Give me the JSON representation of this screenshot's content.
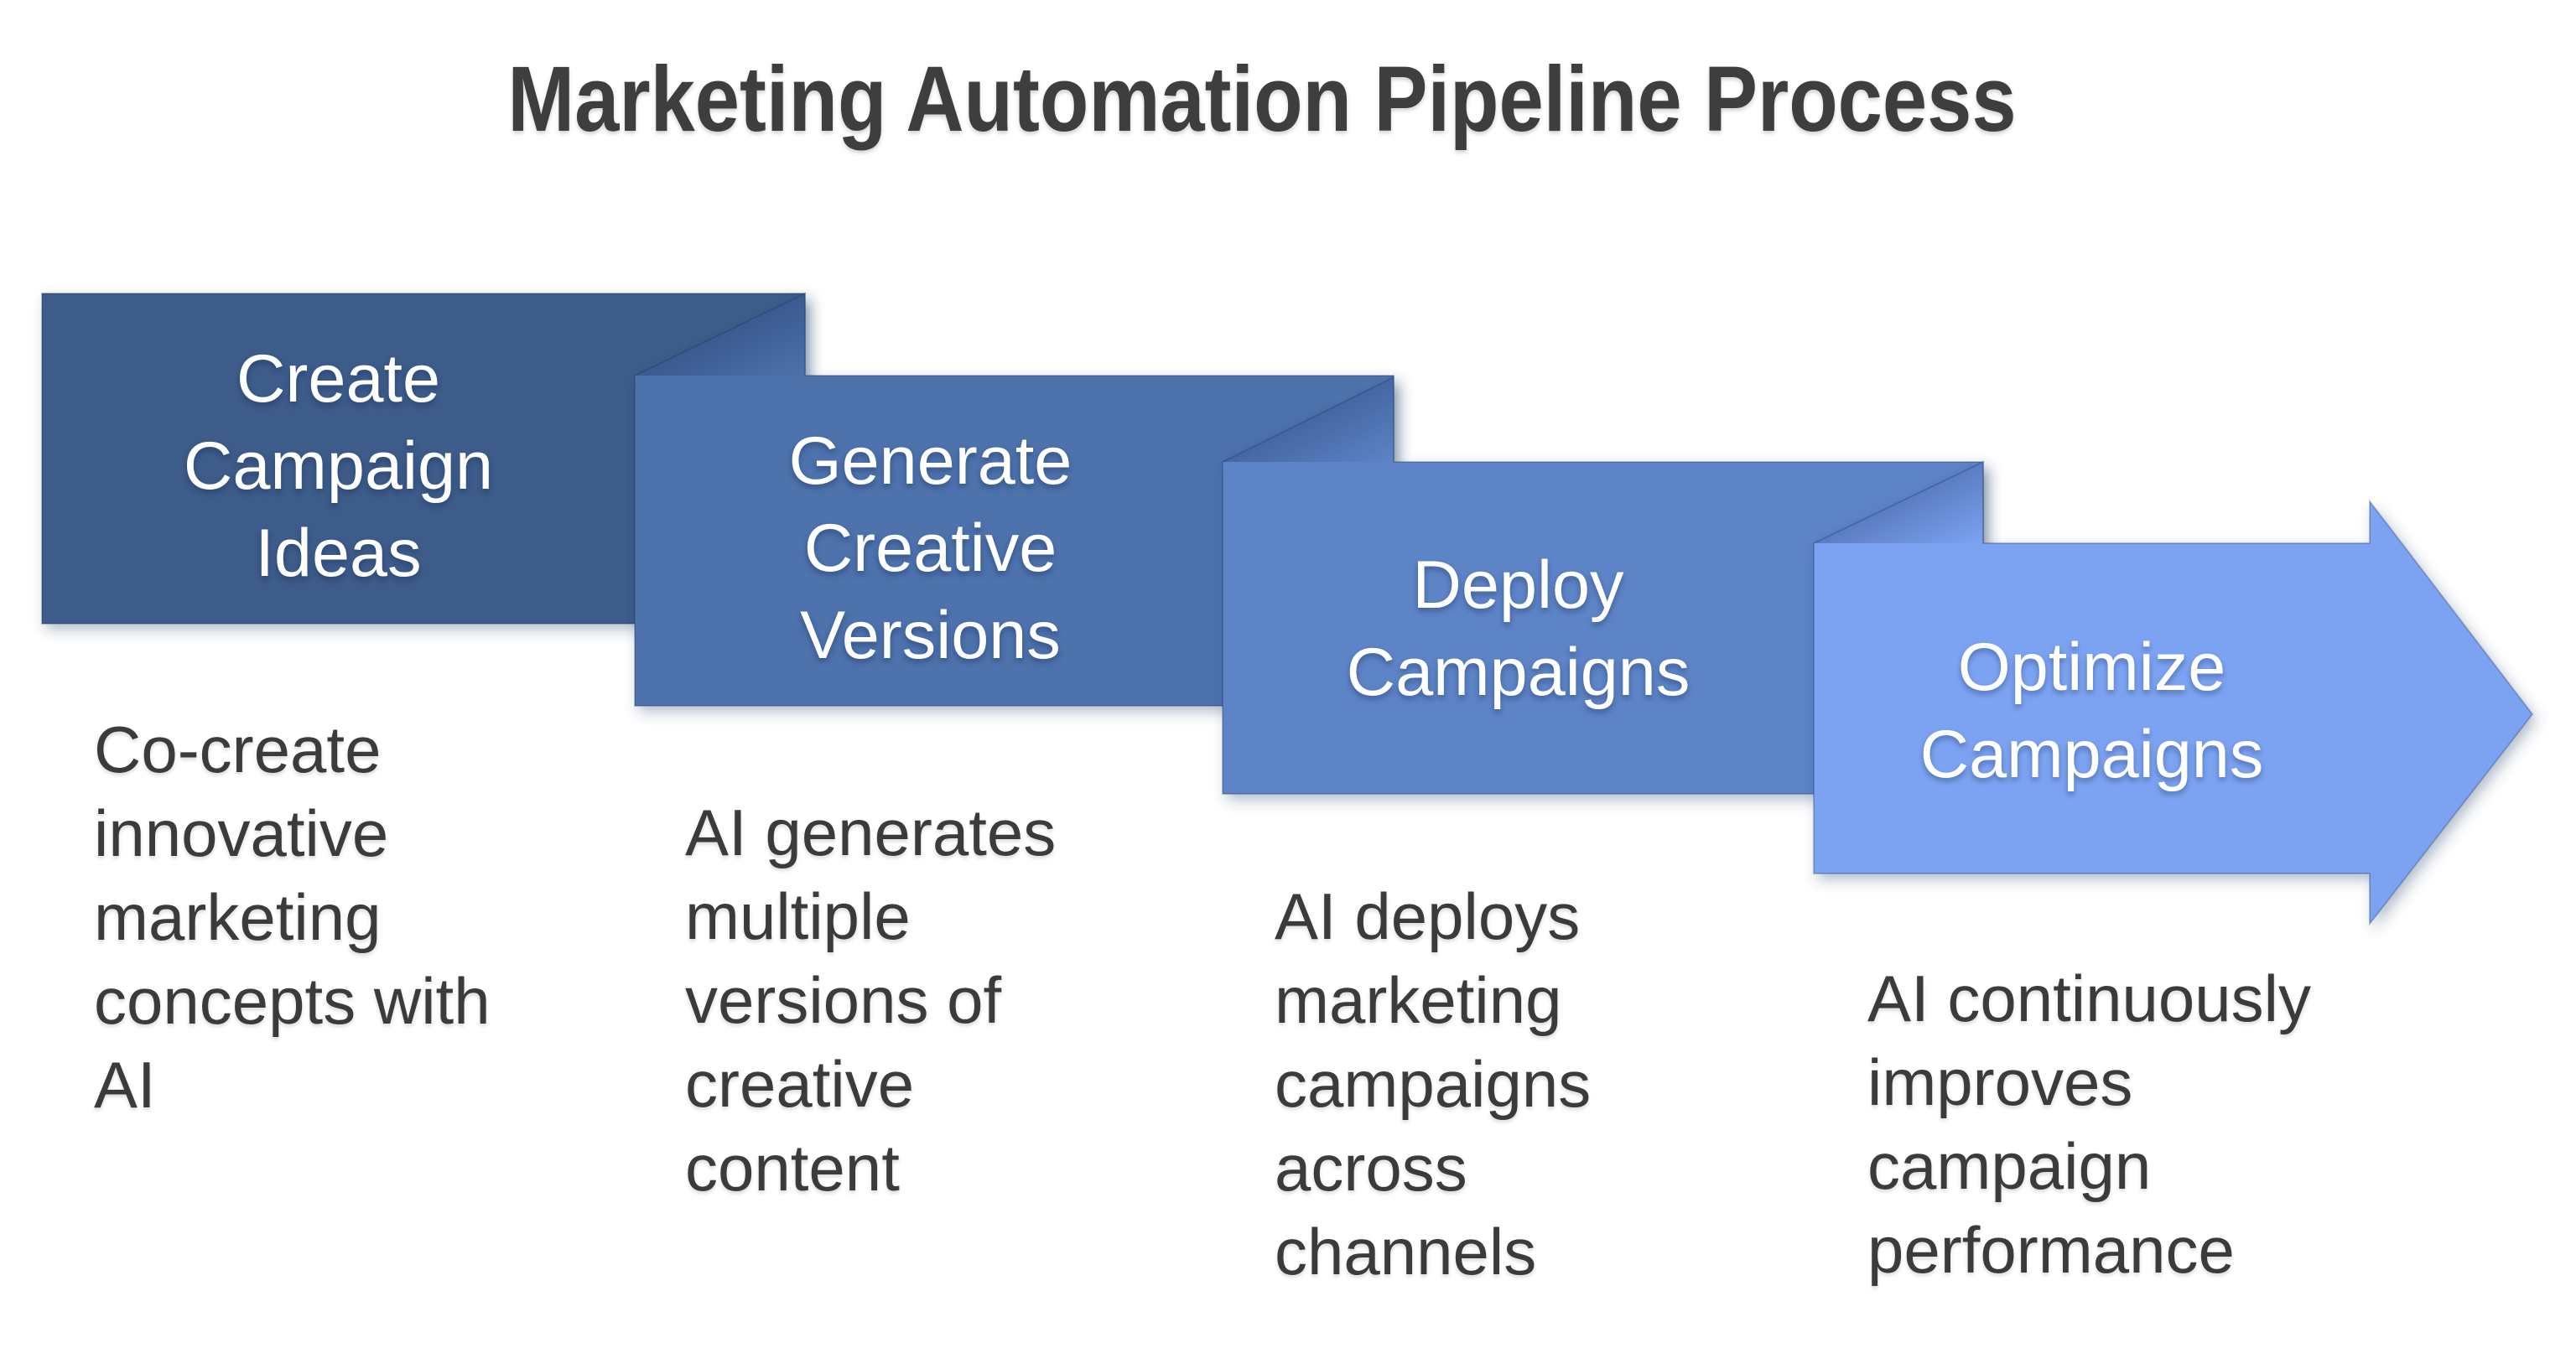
{
  "title": "Marketing Automation Pipeline Process",
  "colors": {
    "background": "#FFFFFF",
    "title_text": "#3E3E3E",
    "description_text": "#3B3B3B",
    "stage_label_text": "#FFFFFF",
    "stage1_fill": "#3C5B8A",
    "stage2_fill": "#4D72AC",
    "stage3_fill": "#5D84C6",
    "stage4_fill": "#7CA3F2"
  },
  "stages": [
    {
      "label": "Create Campaign Ideas",
      "label_lines": [
        "Create",
        "Campaign",
        "Ideas"
      ],
      "description": "Co-create innovative marketing concepts with AI",
      "description_lines": [
        "Co-create",
        "innovative",
        "marketing",
        "concepts with",
        "AI"
      ],
      "color": "#3C5B8A"
    },
    {
      "label": "Generate Creative Versions",
      "label_lines": [
        "Generate",
        "Creative",
        "Versions"
      ],
      "description": "AI generates multiple versions of creative content",
      "description_lines": [
        "AI generates",
        "multiple",
        "versions of",
        "creative",
        "content"
      ],
      "color": "#4D72AC"
    },
    {
      "label": "Deploy Campaigns",
      "label_lines": [
        "Deploy",
        "Campaigns"
      ],
      "description": "AI deploys marketing campaigns across channels",
      "description_lines": [
        "AI deploys",
        "marketing",
        "campaigns",
        "across",
        "channels"
      ],
      "color": "#5D84C6"
    },
    {
      "label": "Optimize Campaigns",
      "label_lines": [
        "Optimize",
        "Campaigns"
      ],
      "description": "AI continuously improves campaign performance",
      "description_lines": [
        "AI continuously",
        "improves",
        "campaign",
        "performance"
      ],
      "color": "#7CA3F2"
    }
  ]
}
